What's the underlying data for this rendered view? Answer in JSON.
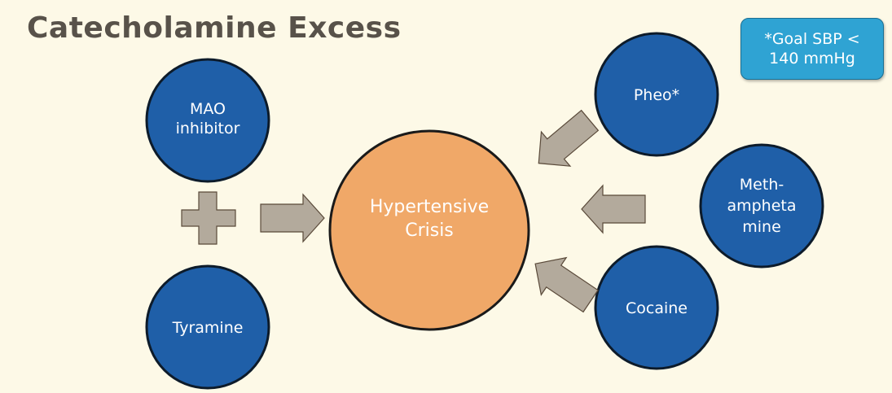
{
  "title": "Catecholamine Excess",
  "note": {
    "line1": "*Goal SBP <",
    "line2": "140 mmHg"
  },
  "center": {
    "line1": "Hypertensive",
    "line2": "Crisis"
  },
  "causes": {
    "mao": {
      "line1": "MAO",
      "line2": "inhibitor"
    },
    "tyramine": "Tyramine",
    "pheo": "Pheo*",
    "meth": {
      "line1": "Meth-",
      "line2": "ampheta",
      "line3": "mine"
    },
    "cocaine": "Cocaine"
  },
  "colors": {
    "circle": "#1f5fa8",
    "center": "#f0a868",
    "arrow": "#b3aa9c",
    "note": "#2fa3d3"
  }
}
